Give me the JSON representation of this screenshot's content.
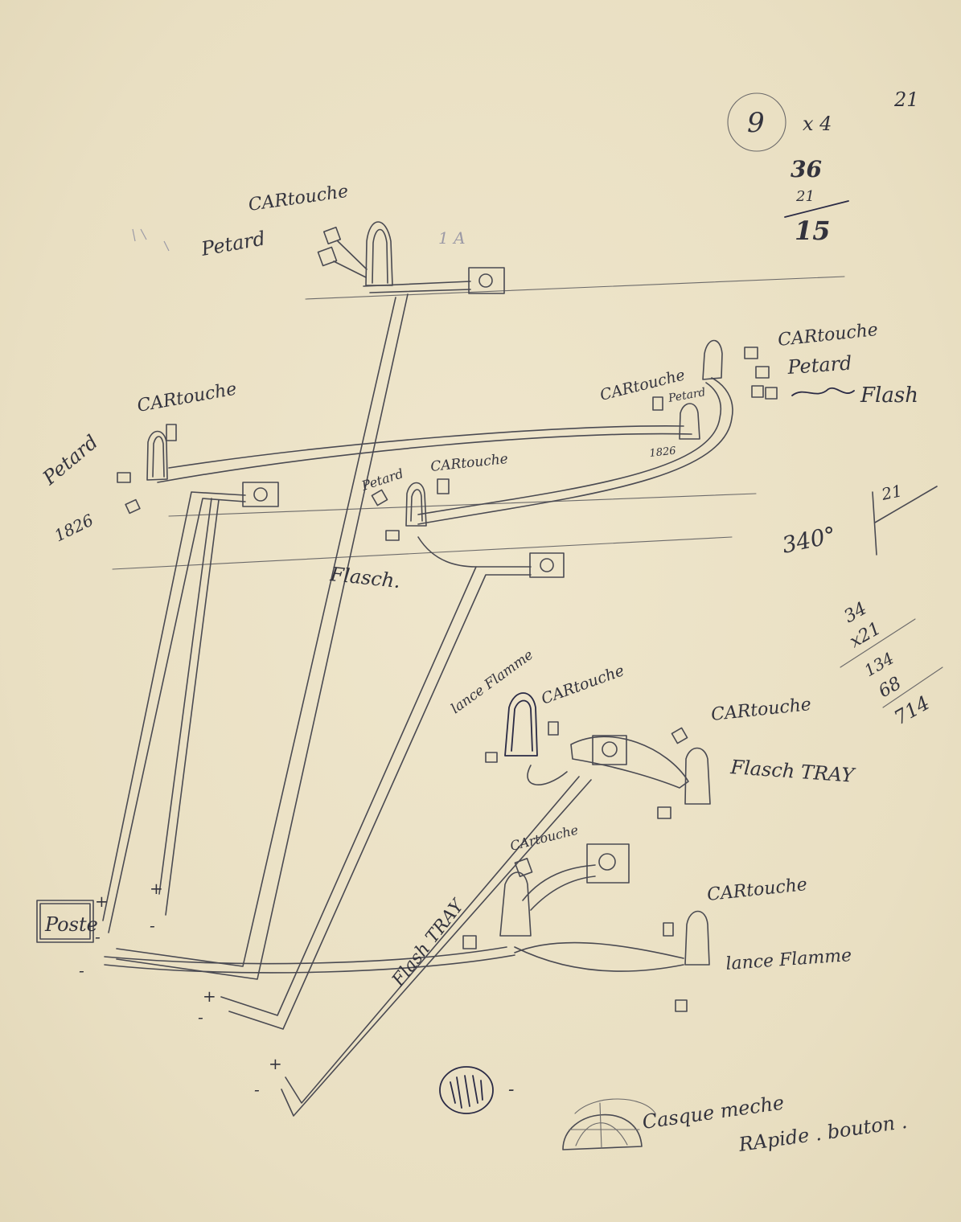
{
  "labels": {
    "top_cartouche": "CARtouche",
    "top_petard": "Petard",
    "faint_letters": "1 A",
    "right_cartouche": "CARtouche",
    "right_petard": "Petard",
    "right_flash": "Flash",
    "mid_cartouche": "CARtouche",
    "mid_petard": "Petard",
    "mid_1826": "1826",
    "left_cartouche": "CARtouche",
    "left_petard": "Petard",
    "left_1826": "1826",
    "center_petard": "Petard",
    "center_cartouche": "CARtouche",
    "center_flasch": "Flasch.",
    "lance_flamme_1": "lance Flamme",
    "cartouche_4": "CARtouche",
    "cartouche_5": "CARtouche",
    "flasch_tray": "Flasch TRAY",
    "cartouche_6": "CArtouche",
    "flash_tray": "Flash TRAY",
    "cartouche_7": "CARtouche",
    "lance_flamme_2": "lance Flamme",
    "poste": "Poste",
    "casque": "Casque meche",
    "rapide": "RApide . bouton ."
  },
  "notes": {
    "circled_number": "9",
    "times_four": "x 4",
    "top_right": "21",
    "sub_a": "36",
    "sub_b": "21",
    "sub_result": "15",
    "angle": "340°",
    "angle_21": "21",
    "mult_a": "34",
    "mult_b": "x21",
    "mult_c": "134",
    "mult_d": "68",
    "mult_result": "714"
  },
  "symbols": {
    "plus": "+",
    "minus": "-"
  },
  "colors": {
    "paper": "#ece3c8",
    "pencil": "#4a4a52",
    "ink": "#2a2a45"
  }
}
